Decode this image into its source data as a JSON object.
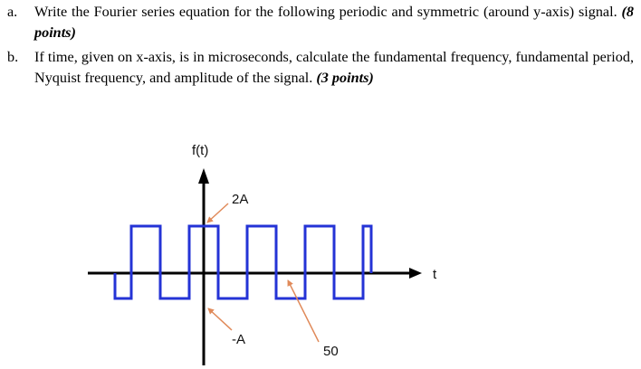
{
  "questions": [
    {
      "marker": "a.",
      "text": "Write the Fourier series equation for the following periodic and symmetric (around y-axis) signal.",
      "points": "(8 points)"
    },
    {
      "marker": "b.",
      "text": "If time, given on x-axis, is in microseconds, calculate the fundamental frequency, fundamental period, Nyquist frequency, and amplitude of the signal.",
      "points": "(3 points)"
    }
  ],
  "diagram": {
    "y_axis_label": "f(t)",
    "x_axis_label": "t",
    "annotations": {
      "top": "2A",
      "bottom": "-A",
      "tick": "50"
    },
    "colors": {
      "signal": "#2433d6",
      "axis": "#000000",
      "arrow": "#e08a5a"
    }
  }
}
